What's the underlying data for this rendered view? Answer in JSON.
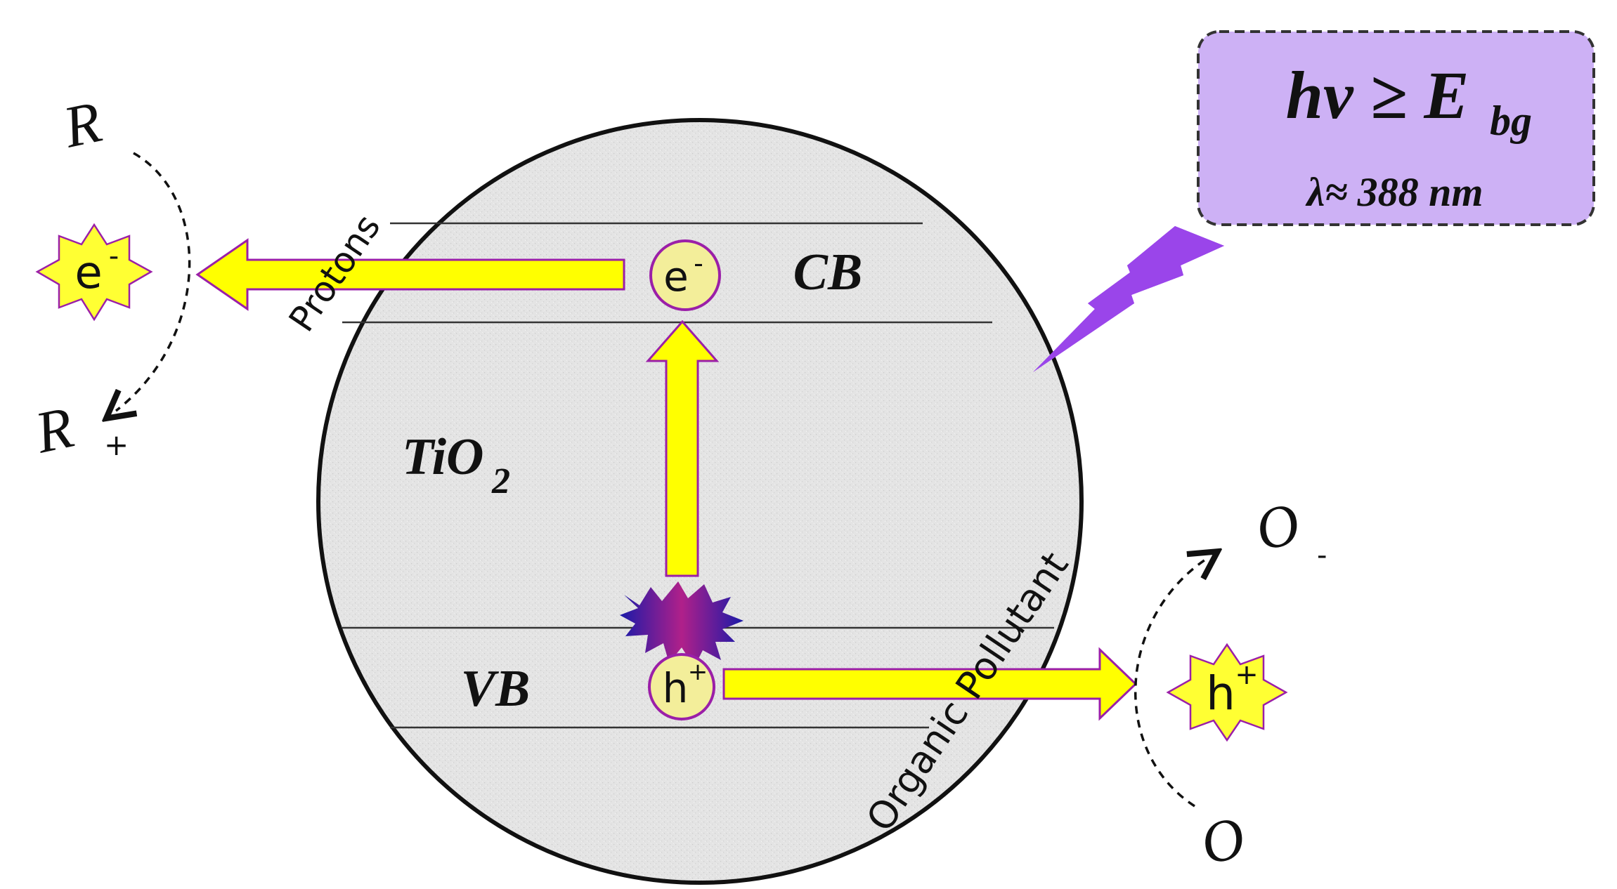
{
  "labels": {
    "cb": "CB",
    "vb": "VB",
    "tio2_main": "TiO",
    "tio2_sub": "2",
    "electron_main": "e",
    "electron_sup": "-",
    "hole_main": "h",
    "hole_sup": "+",
    "protons": "Protons",
    "organic_pollutant": "Organic Pollutant",
    "r_top": "R",
    "r_bottom": "R",
    "r_bottom_sup": "+",
    "o_top": "O",
    "o_top_sup": "-",
    "o_bottom": "O"
  },
  "energy_box": {
    "formula_main": "hν ≥ E",
    "formula_sub": "bg",
    "wavelength": "λ≈ 388 nm"
  },
  "colors": {
    "arrow_fill": "#ffff00",
    "arrow_stroke": "#9b1fa8",
    "star_fill": "#ffff33",
    "bubble_fill": "#f3ee9a",
    "energy_box_fill": "#cdb1f5",
    "lightning": "#8a2be2",
    "particle_fill": "#e6e6e6"
  }
}
